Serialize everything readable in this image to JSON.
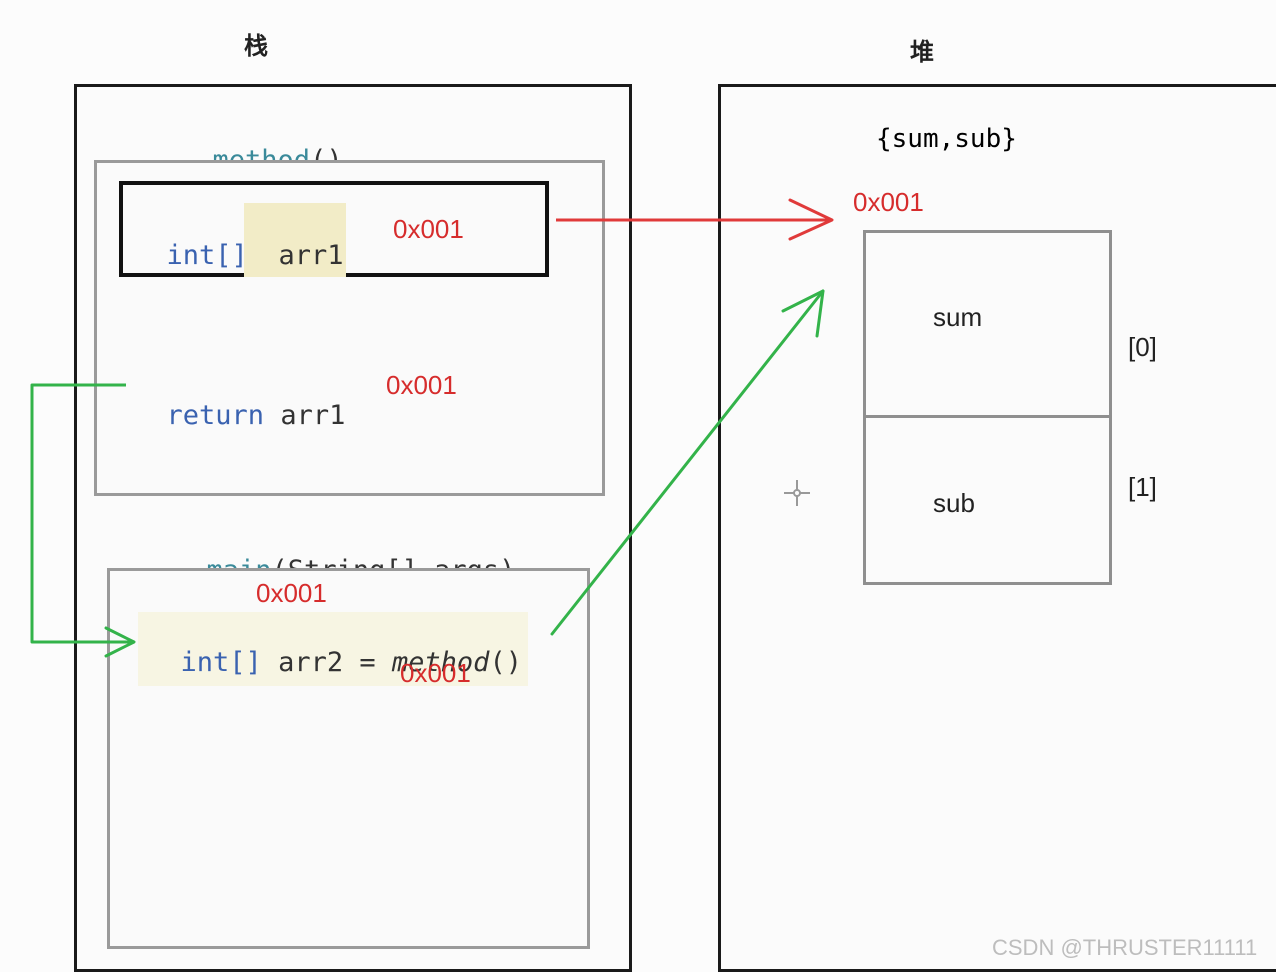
{
  "stack": {
    "title": "栈",
    "method_frame": {
      "signature_name": "method",
      "signature_parens": "()",
      "var_decl": {
        "type": "int[]",
        "name": "arr1",
        "addr": "0x001"
      },
      "return_stmt": {
        "keyword": "return",
        "name": "arr1",
        "addr": "0x001"
      }
    },
    "main_frame": {
      "signature_name": "main",
      "signature_args": "(String[] args)",
      "addr_above": "0x001",
      "stmt": {
        "type": "int[]",
        "name": "arr2",
        "equals": "=",
        "call": "method",
        "parens": "()"
      },
      "addr_below": "0x001"
    }
  },
  "heap": {
    "title": "堆",
    "contents_label": "{sum,sub}",
    "addr": "0x001",
    "cells": [
      {
        "value": "sum",
        "index": "[0]"
      },
      {
        "value": "sub",
        "index": "[1]"
      }
    ]
  },
  "watermark": "CSDN @THRUSTER11111",
  "colors": {
    "address": "#d62c2c",
    "ref_arrow": "#e03a3a",
    "return_arrow": "#33b34a"
  }
}
